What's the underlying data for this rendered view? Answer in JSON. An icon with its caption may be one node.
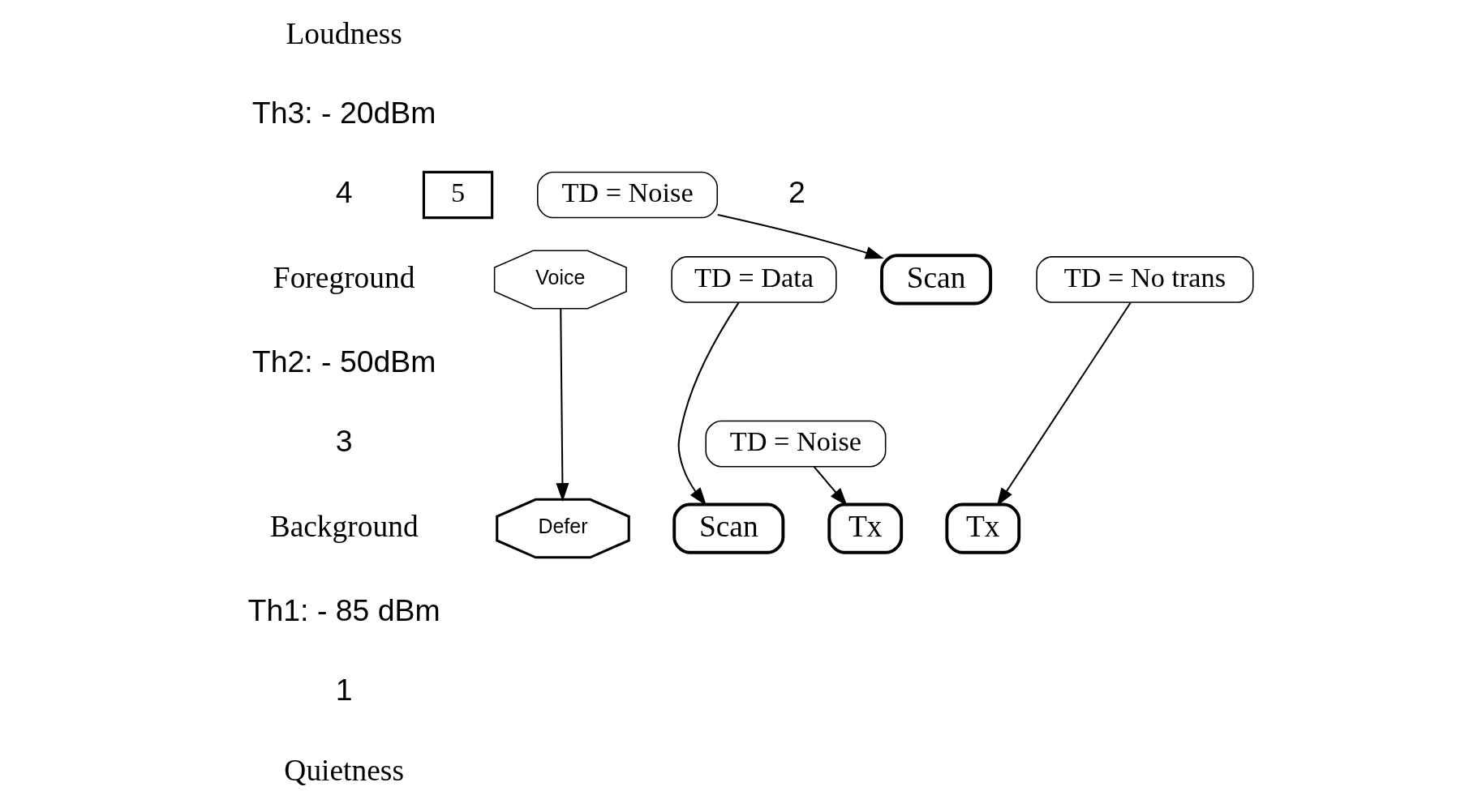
{
  "diagram": {
    "nodes": [
      {
        "text": [
          "5"
        ]
      },
      {
        "text": [
          "TD = Noise"
        ]
      },
      {
        "text": [
          "Voice"
        ]
      },
      {
        "text": [
          "TD = Data"
        ]
      },
      {
        "text": [
          "Scan"
        ]
      },
      {
        "text": [
          "TD = No trans"
        ]
      },
      {
        "text": [
          "TD = Noise"
        ]
      },
      {
        "text": [
          "Defer"
        ]
      },
      {
        "text": [
          "Scan"
        ]
      },
      {
        "text": [
          "Tx"
        ]
      },
      {
        "text": [
          "Tx"
        ]
      }
    ],
    "edges": [
      {
        "from": 2,
        "to": 7,
        "arrow": "to"
      },
      {
        "from": 3,
        "to": 8,
        "arrow": "to"
      },
      {
        "from": 1,
        "to": 4,
        "arrow": "to"
      },
      {
        "from": 6,
        "to": 9,
        "arrow": "to"
      },
      {
        "from": 5,
        "to": 10,
        "arrow": "to"
      }
    ],
    "labels": [
      "Loudness",
      "Th3: - 20dBm",
      "4",
      "2",
      "Foreground",
      "Th2: - 50dBm",
      "3",
      "Background",
      "Th1: - 85 dBm",
      "1",
      "Quietness"
    ]
  }
}
